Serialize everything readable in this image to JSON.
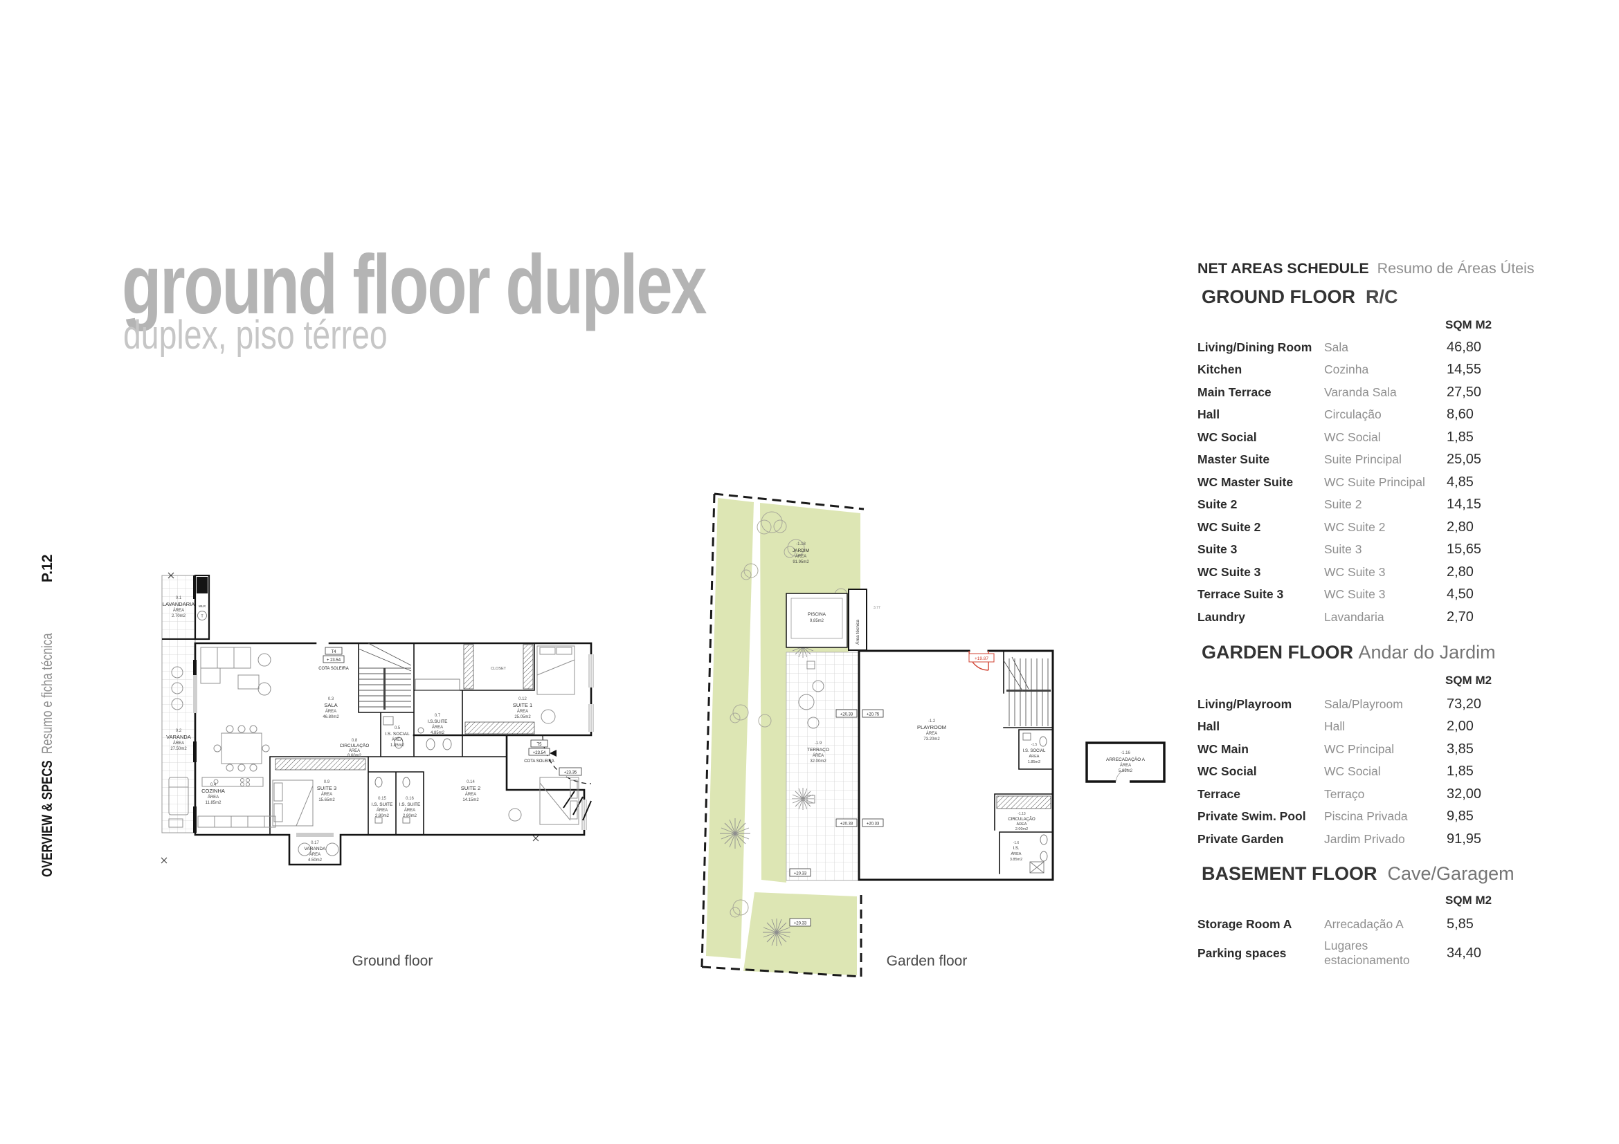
{
  "header": {
    "title": "ground floor duplex",
    "subtitle": "duplex, piso térreo"
  },
  "sidebar": {
    "page": "P.12",
    "section_en": "OVERVIEW & SPECS",
    "section_pt": "Resumo e ficha técnica"
  },
  "schedule": {
    "title_en": "NET AREAS SCHEDULE",
    "title_pt": "Resumo de Áreas Úteis",
    "col_header": "SQM M2",
    "sections": [
      {
        "name_en": "GROUND FLOOR",
        "name_pt": "R/C",
        "rows": [
          [
            "Living/Dining Room",
            "Sala",
            "46,80"
          ],
          [
            "Kitchen",
            "Cozinha",
            "14,55"
          ],
          [
            "Main Terrace",
            "Varanda Sala",
            "27,50"
          ],
          [
            "Hall",
            "Circulação",
            "8,60"
          ],
          [
            "WC Social",
            "WC Social",
            "1,85"
          ],
          [
            "Master Suite",
            "Suite Principal",
            "25,05"
          ],
          [
            "WC Master Suite",
            "WC Suite Principal",
            "4,85"
          ],
          [
            "Suite 2",
            "Suite 2",
            "14,15"
          ],
          [
            "WC Suite 2",
            "WC Suite 2",
            "2,80"
          ],
          [
            "Suite 3",
            "Suite 3",
            "15,65"
          ],
          [
            "WC Suite 3",
            "WC Suite 3",
            "2,80"
          ],
          [
            "Terrace Suite 3",
            "WC Suite 3",
            "4,50"
          ],
          [
            "Laundry",
            "Lavandaria",
            "2,70"
          ]
        ]
      },
      {
        "name_en": "GARDEN FLOOR",
        "name_pt": "Andar do Jardim",
        "rows": [
          [
            "Living/Playroom",
            "Sala/Playroom",
            "73,20"
          ],
          [
            "Hall",
            "Hall",
            "2,00"
          ],
          [
            "WC Main",
            "WC Principal",
            "3,85"
          ],
          [
            "WC Social",
            "WC Social",
            "1,85"
          ],
          [
            "Terrace",
            "Terraço",
            "32,00"
          ],
          [
            "Private Swim. Pool",
            "Piscina Privada",
            "9,85"
          ],
          [
            "Private Garden",
            "Jardim Privado",
            "91,95"
          ]
        ]
      },
      {
        "name_en": "BASEMENT FLOOR",
        "name_pt": "Cave/Garagem",
        "rows": [
          [
            "Storage Room A",
            "Arrecadação A",
            "5,85"
          ],
          [
            "Parking spaces",
            "Lugares estacionamento",
            "34,40"
          ]
        ]
      }
    ]
  },
  "plans": {
    "ground": {
      "caption": "Ground floor",
      "labels": {
        "lavandaria": [
          "0.1",
          "LAVANDARIA",
          "ÁREA",
          "2.70m2"
        ],
        "varanda": [
          "0.2",
          "VARANDA",
          "ÁREA",
          "27.50m2"
        ],
        "sala": [
          "0.3",
          "SALA",
          "ÁREA",
          "46.80m2"
        ],
        "cozinha": [
          "0.4",
          "COZINHA",
          "ÁREA",
          "11.85m2"
        ],
        "is_social": [
          "0.5",
          "I.S. SOCIAL",
          "ÁREA",
          "1.85m2"
        ],
        "is_suite": [
          "0.7",
          "I.S.SUITE",
          "ÁREA",
          "4.85m2"
        ],
        "circulacao": [
          "0.8",
          "CIRCULAÇÃO",
          "ÁREA",
          "8.60m2"
        ],
        "suite3": [
          "0.9",
          "SUITE 3",
          "ÁREA",
          "15.65m2"
        ],
        "is_suite3": [
          "0.15",
          "I.S. SUITE",
          "ÁREA",
          "2.80m2"
        ],
        "is_suite2": [
          "0.16",
          "I.S. SUITE",
          "ÁREA",
          "2.80m2"
        ],
        "suite1": [
          "0.12",
          "SUITE 1",
          "ÁREA",
          "25.05m2"
        ],
        "suite2": [
          "0.14",
          "SUITE 2",
          "ÁREA",
          "14.15m2"
        ],
        "varanda2": [
          "0.17",
          "VARANDA",
          "ÁREA",
          "4.50m2"
        ],
        "closet": "CLOSET",
        "wlr": "WLR",
        "t": "T",
        "t4": [
          "T4",
          "+ 23.54",
          "COTA SOLEIRA"
        ],
        "t5": [
          "T5",
          "+23.54",
          "COTA SOLEIRA"
        ],
        "level": "+23.35"
      }
    },
    "garden": {
      "caption": "Garden floor",
      "labels": {
        "jardim": [
          "-1.18",
          "JARDIM",
          "ÁREA",
          "91.95m2"
        ],
        "piscina": [
          "PISCINA",
          "9,85m2"
        ],
        "area_tecnica": "Área técnica",
        "dim": "3.77",
        "terraco": [
          "-1.9",
          "TERRAÇO",
          "ÁREA",
          "32.00m2"
        ],
        "playroom": [
          "-1.2",
          "PLAYROOM",
          "ÁREA",
          "73.20m2"
        ],
        "is_social": [
          "-1.5",
          "I.S. SOCIAL",
          "ÁREA",
          "1.85m2"
        ],
        "circulacao": [
          "-1.13",
          "CIRCULAÇÃO",
          "ÁREA",
          "2.00m2"
        ],
        "is": [
          "-1.6",
          "I.S.",
          "ÁREA",
          "3.85m2"
        ],
        "arrecadacao": [
          "-1.16",
          "ARRECADAÇÃO A",
          "ÁREA",
          "5.85m2"
        ],
        "lv2033": "+20.33",
        "lv2075": "+20.75",
        "lv1987": "+19.87"
      }
    }
  },
  "colors": {
    "garden_green": "#dde6b4",
    "accent_red": "#d04030"
  }
}
